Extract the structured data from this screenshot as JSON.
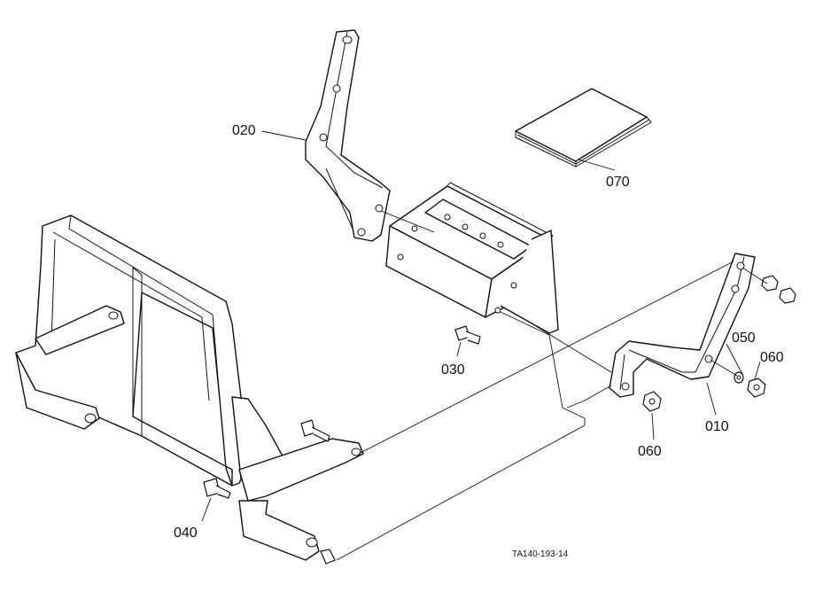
{
  "callouts": {
    "p010": "010",
    "p020": "020",
    "p030": "030",
    "p040": "040",
    "p050": "050",
    "p060a": "060",
    "p060b": "060",
    "p070": "070"
  },
  "figure_ref": "TA140-193-14",
  "colors": {
    "line": "#111111",
    "background": "#ffffff"
  }
}
